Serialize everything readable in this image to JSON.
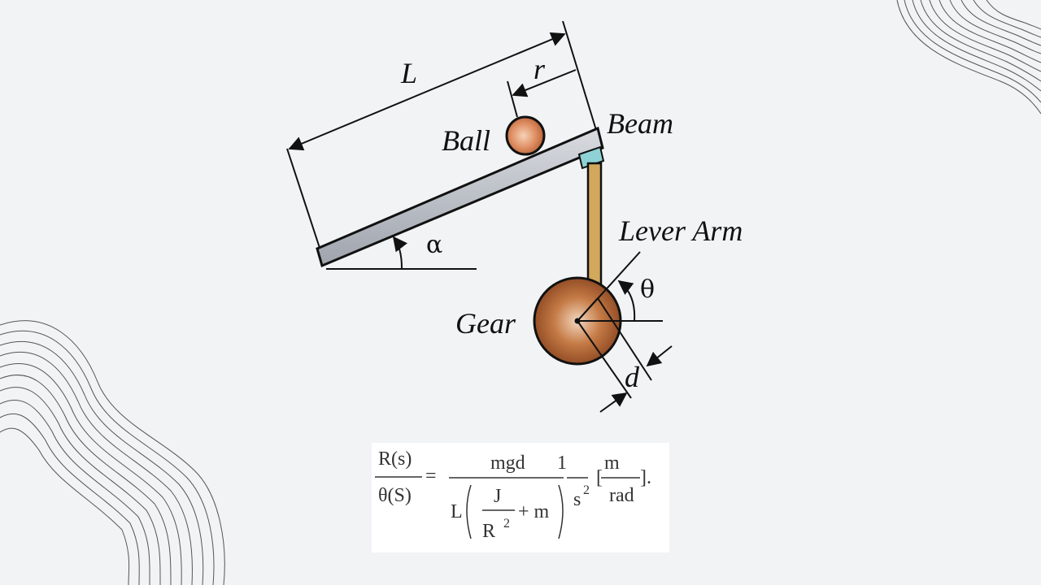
{
  "diagram": {
    "labels": {
      "length": "L",
      "ball_position": "r",
      "ball": "Ball",
      "beam": "Beam",
      "lever_arm": "Lever Arm",
      "beam_angle": "α",
      "gear_angle": "θ",
      "gear": "Gear",
      "offset": "d"
    },
    "colors": {
      "background": "#f2f3f5",
      "beam_fill": "#b8bcc4",
      "beam_outline": "#111111",
      "ball": "#d6845a",
      "lever_arm": "#d2a85c",
      "gear": "#a5592c",
      "joint": "#8fd2d6",
      "decor_lines": "#555555"
    }
  },
  "formula": {
    "lhs_num": "R(s)",
    "lhs_den": "θ(S)",
    "equals": "=",
    "mid_num": "mgd",
    "L": "L",
    "J": "J",
    "R2": "R",
    "R2_exp": "2",
    "plus_m": "+ m",
    "one": "1",
    "s": "s",
    "s_exp": "2",
    "unit_num": "m",
    "unit_den": "rad",
    "bracket_open": "[",
    "bracket_close": "].",
    "paren_open": "(",
    "paren_close": ")"
  }
}
